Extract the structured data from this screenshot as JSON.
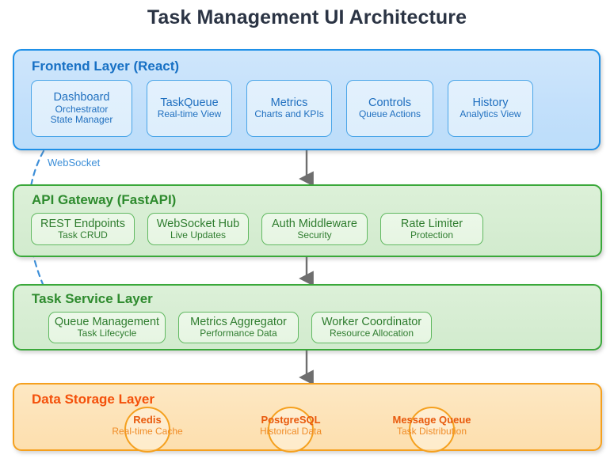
{
  "title": "Task Management UI Architecture",
  "layers": [
    {
      "id": "frontend",
      "title": "Frontend Layer (React)",
      "accent": "#1e90e8",
      "title_color": "#1770c4",
      "cards": [
        {
          "title": "Dashboard",
          "sub": "Orchestrator",
          "sub2": "State Manager"
        },
        {
          "title": "TaskQueue",
          "sub": "Real-time View",
          "sub2": ""
        },
        {
          "title": "Metrics",
          "sub": "Charts and KPIs",
          "sub2": ""
        },
        {
          "title": "Controls",
          "sub": "Queue Actions",
          "sub2": ""
        },
        {
          "title": "History",
          "sub": "Analytics View",
          "sub2": ""
        }
      ]
    },
    {
      "id": "api",
      "title": "API Gateway (FastAPI)",
      "accent": "#3aa83a",
      "title_color": "#2e8b2e",
      "cards": [
        {
          "title": "REST Endpoints",
          "sub": "Task CRUD"
        },
        {
          "title": "WebSocket Hub",
          "sub": "Live Updates"
        },
        {
          "title": "Auth Middleware",
          "sub": "Security"
        },
        {
          "title": "Rate Limiter",
          "sub": "Protection"
        }
      ]
    },
    {
      "id": "service",
      "title": "Task Service Layer",
      "accent": "#3aa83a",
      "title_color": "#2e8b2e",
      "cards": [
        {
          "title": "Queue Management",
          "sub": "Task Lifecycle"
        },
        {
          "title": "Metrics Aggregator",
          "sub": "Performance Data"
        },
        {
          "title": "Worker Coordinator",
          "sub": "Resource Allocation"
        }
      ]
    },
    {
      "id": "storage",
      "title": "Data Storage Layer",
      "accent": "#f5a01e",
      "title_color": "#f4500a",
      "nodes": [
        {
          "title": "Redis",
          "sub": "Real-time Cache"
        },
        {
          "title": "PostgreSQL",
          "sub": "Historical Data"
        },
        {
          "title": "Message Queue",
          "sub": "Task Distribution"
        }
      ]
    }
  ],
  "edges": {
    "websocket_label": "WebSocket",
    "websocket_color": "#3d8fd8",
    "arrow_color": "#6e6e6e"
  }
}
